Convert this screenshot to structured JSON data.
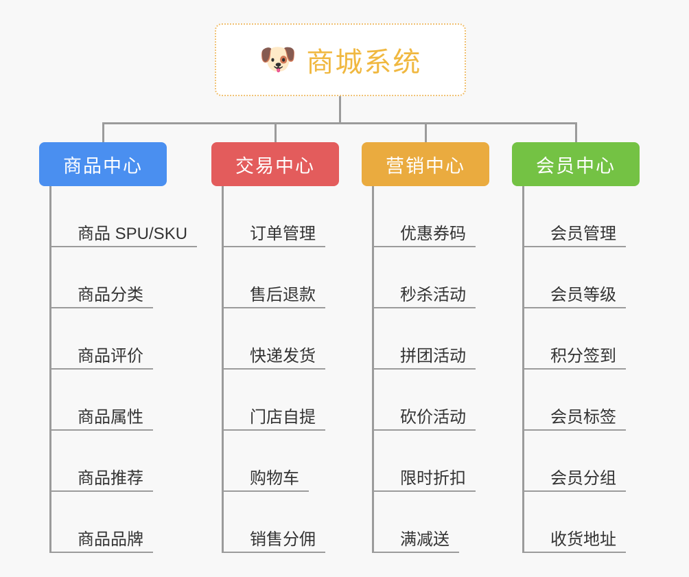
{
  "diagram": {
    "background_color": "#f8f8f8",
    "connector_color": "#9b9b9b",
    "root": {
      "icon": "shiba-dog-face-icon",
      "icon_glyph": "🐶",
      "title": "商城系统",
      "title_color": "#f0b840",
      "border_color": "#f0c070",
      "fill_color": "#ffffff"
    },
    "branches": [
      {
        "label": "商品中心",
        "color": "#4a8ff0",
        "items": [
          "商品 SPU/SKU",
          "商品分类",
          "商品评价",
          "商品属性",
          "商品推荐",
          "商品品牌"
        ]
      },
      {
        "label": "交易中心",
        "color": "#e35c5c",
        "items": [
          "订单管理",
          "售后退款",
          "快递发货",
          "门店自提",
          "购物车",
          "销售分佣"
        ]
      },
      {
        "label": "营销中心",
        "color": "#eaab3f",
        "items": [
          "优惠券码",
          "秒杀活动",
          "拼团活动",
          "砍价活动",
          "限时折扣",
          "满减送"
        ]
      },
      {
        "label": "会员中心",
        "color": "#74c244",
        "items": [
          "会员管理",
          "会员等级",
          "积分签到",
          "会员标签",
          "会员分组",
          "收货地址"
        ]
      }
    ]
  }
}
